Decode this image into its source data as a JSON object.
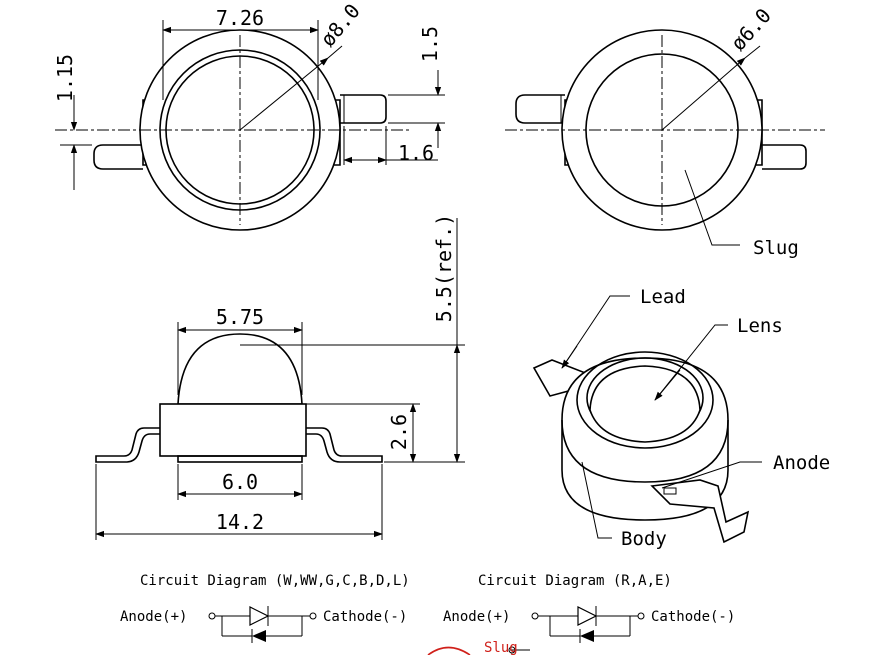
{
  "dimensions": {
    "width_top": "7.26",
    "diameter_outer": "ø8.0",
    "pin_offset_left": "1.15",
    "lead_height": "1.5",
    "lead_length": "1.6",
    "diameter_slug": "ø6.0",
    "lens_width": "5.75",
    "body_height": "2.6",
    "total_height": "5.5(ref.)",
    "base_width": "6.0",
    "total_length": "14.2"
  },
  "labels": {
    "slug": "Slug",
    "lead": "Lead",
    "lens": "Lens",
    "anode": "Anode",
    "body": "Body"
  },
  "circuits": [
    {
      "title": "Circuit Diagram (W,WW,G,C,B,D,L)",
      "anode": "Anode(+)",
      "cathode": "Cathode(-)"
    },
    {
      "title": "Circuit Diagram (R,A,E)",
      "anode": "Anode(+)",
      "cathode": "Cathode(-)",
      "slug": "Slug"
    }
  ],
  "colors": {
    "line": "#000000",
    "slug_accent": "#d0201a"
  }
}
